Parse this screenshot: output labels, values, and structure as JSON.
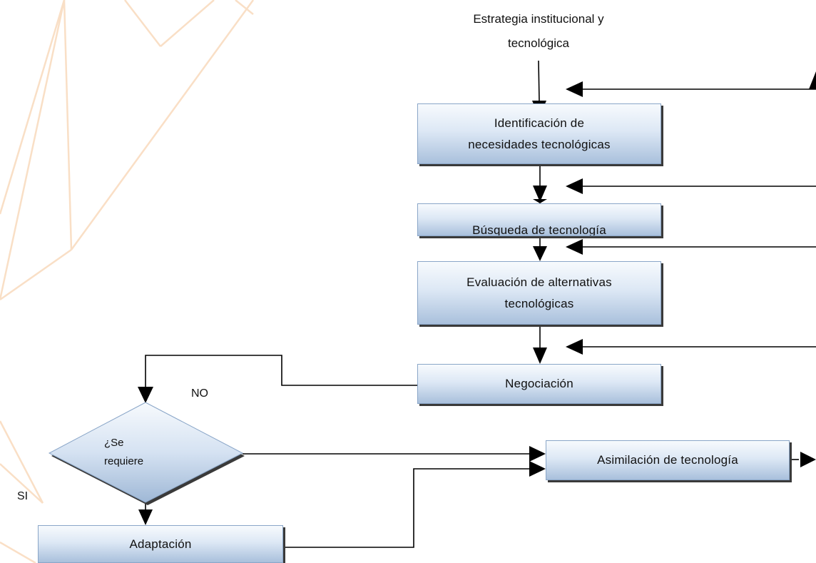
{
  "diagram": {
    "input_label": "Estrategia institucional y\ntecnológica",
    "steps": [
      {
        "id": "identificacion",
        "label": "Identificación de\nnecesidades tecnológicas"
      },
      {
        "id": "busqueda",
        "label": "Búsqueda de tecnología"
      },
      {
        "id": "evaluacion",
        "label": "Evaluación de alternativas\ntecnológicas"
      },
      {
        "id": "negociacion",
        "label": "Negociación"
      },
      {
        "id": "asimilacion",
        "label": "Asimilación de tecnología"
      },
      {
        "id": "adaptacion",
        "label": "Adaptación"
      }
    ],
    "decision": {
      "label": "¿Se\nrequiere"
    },
    "branch_no": "NO",
    "branch_si": "SI"
  },
  "colors": {
    "box_top": "#f7fafd",
    "box_bottom": "#a9c0dc",
    "box_border": "#8aa6c8",
    "background_lines": "#f9dcc0",
    "connector": "#000000"
  }
}
